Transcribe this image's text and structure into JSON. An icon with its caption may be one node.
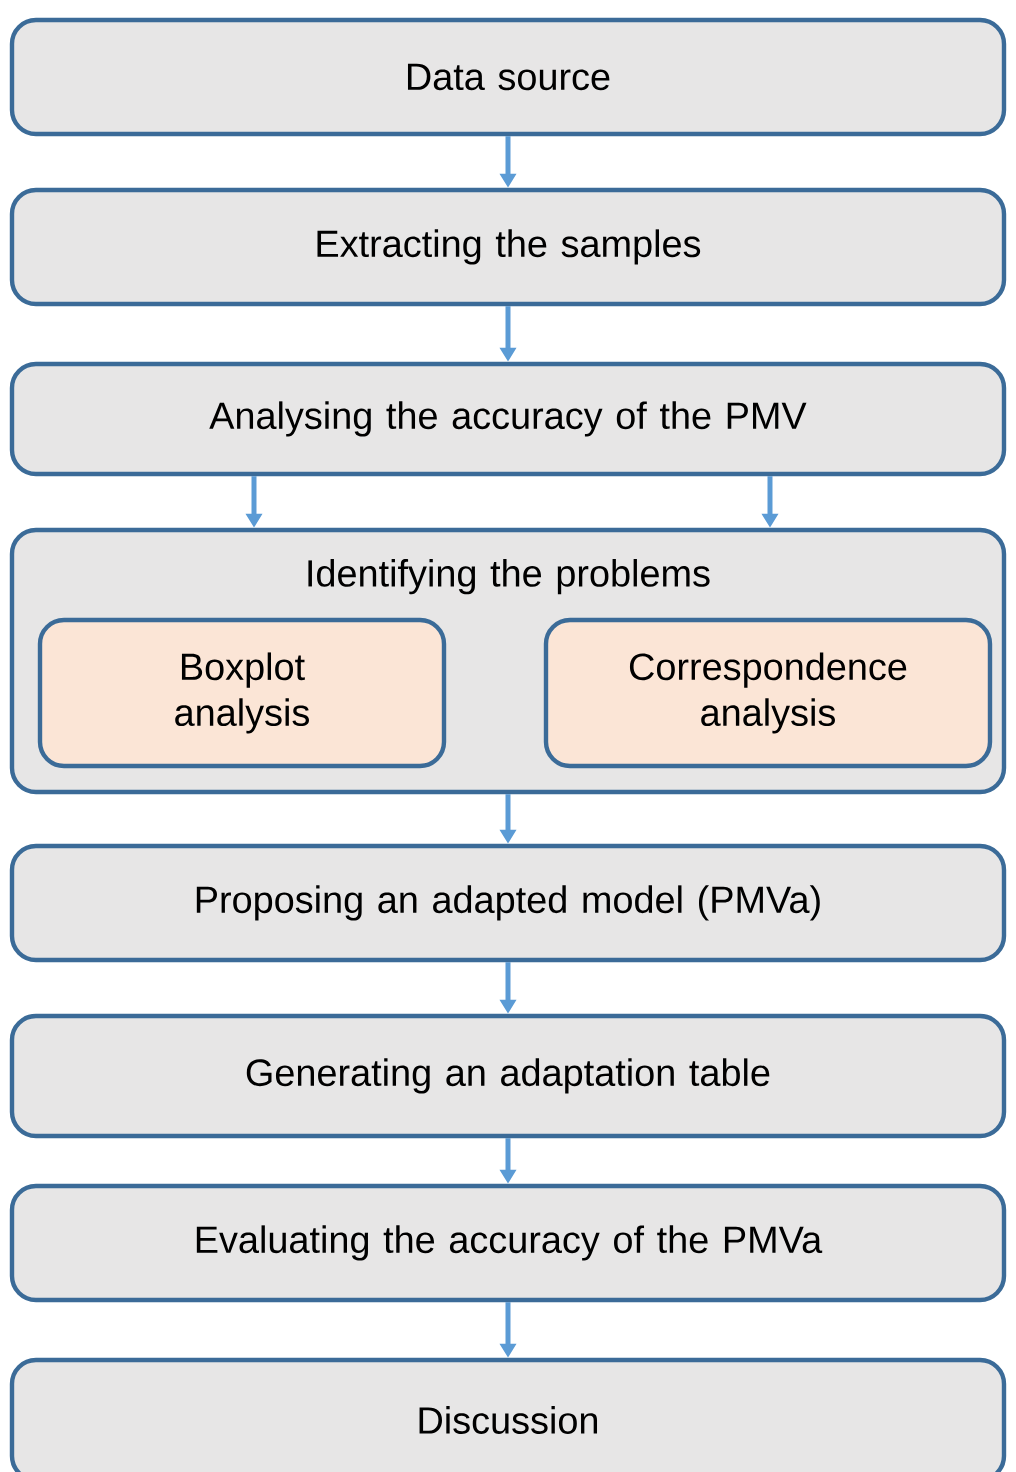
{
  "diagram": {
    "nodes": [
      {
        "text": [
          "Data source"
        ]
      },
      {
        "text": [
          "Extracting the samples"
        ]
      },
      {
        "text": [
          "Analysing the accuracy of the PMV"
        ]
      },
      {
        "text": [
          "Identifying the problems"
        ]
      },
      {
        "text": [
          "Boxplot analysis"
        ],
        "in": 3
      },
      {
        "text": [
          "Correspondence analysis"
        ],
        "in": 3
      },
      {
        "text": [
          "Proposing an adapted model (PMVa)"
        ]
      },
      {
        "text": [
          "Generating an adaptation table"
        ]
      },
      {
        "text": [
          "Evaluating the accuracy of the PMVa"
        ]
      },
      {
        "text": [
          "Discussion"
        ]
      }
    ],
    "edges": [
      {
        "from": 0,
        "to": 1,
        "arrow": "to"
      },
      {
        "from": 1,
        "to": 2,
        "arrow": "to"
      },
      {
        "from": 2,
        "to": 3,
        "arrow": "to"
      },
      {
        "from": 2,
        "to": 3,
        "arrow": "to"
      },
      {
        "from": 3,
        "to": 6,
        "arrow": "to"
      },
      {
        "from": 6,
        "to": 7,
        "arrow": "to"
      },
      {
        "from": 7,
        "to": 8,
        "arrow": "to"
      },
      {
        "from": 8,
        "to": 9,
        "arrow": "to"
      }
    ]
  }
}
